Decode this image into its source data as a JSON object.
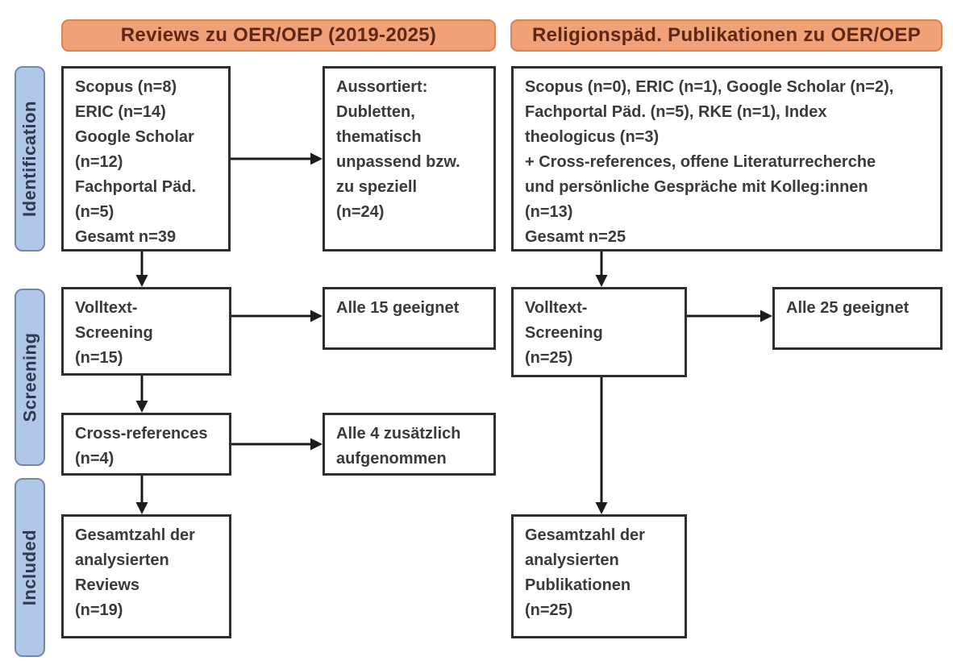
{
  "headers": {
    "left": "Reviews zu OER/OEP (2019-2025)",
    "right": "Religionspäd. Publikationen zu OER/OEP"
  },
  "stages": {
    "identification": "Identification",
    "screening": "Screening",
    "included": "Included"
  },
  "left": {
    "sources": {
      "lines": [
        "Scopus (n=8)",
        "ERIC (n=14)",
        "Google Scholar",
        "(n=12)",
        "Fachportal Päd.",
        "(n=5)",
        "Gesamt n=39"
      ]
    },
    "excluded": {
      "lines": [
        "Aussortiert:",
        "Dubletten,",
        "thematisch",
        "unpassend bzw.",
        "zu speziell",
        "(n=24)"
      ]
    },
    "fulltext": {
      "lines": [
        "Volltext-",
        "Screening",
        "(n=15)"
      ]
    },
    "fulltext_result": {
      "lines": [
        "Alle 15 geeignet"
      ]
    },
    "crossref": {
      "lines": [
        "Cross-references",
        "(n=4)"
      ]
    },
    "crossref_result": {
      "lines": [
        "Alle 4 zusätzlich",
        "aufgenommen"
      ]
    },
    "included_total": {
      "lines": [
        "Gesamtzahl der",
        "analysierten",
        "Reviews",
        "(n=19)"
      ]
    }
  },
  "right": {
    "sources": {
      "lines": [
        "Scopus (n=0), ERIC (n=1), Google Scholar (n=2),",
        "Fachportal Päd. (n=5), RKE (n=1), Index",
        "theologicus (n=3)",
        "+ Cross-references, offene Literaturrecherche",
        "und persönliche Gespräche mit Kolleg:innen",
        "(n=13)",
        "Gesamt n=25"
      ]
    },
    "fulltext": {
      "lines": [
        "Volltext-",
        "Screening",
        "(n=25)"
      ]
    },
    "fulltext_result": {
      "lines": [
        "Alle 25 geeignet"
      ]
    },
    "included_total": {
      "lines": [
        "Gesamtzahl der",
        "analysierten",
        "Publikationen",
        "(n=25)"
      ]
    }
  },
  "colors": {
    "header_fill": "#F0A178",
    "header_border": "#DB8352",
    "header_text": "#5E2815",
    "stage_fill": "#B0C7E8",
    "stage_border": "#7088AC",
    "stage_text": "#2E3A4C",
    "box_border": "#2E2E2E",
    "box_text": "#3A3A3A",
    "arrow": "#1C1C1C"
  }
}
